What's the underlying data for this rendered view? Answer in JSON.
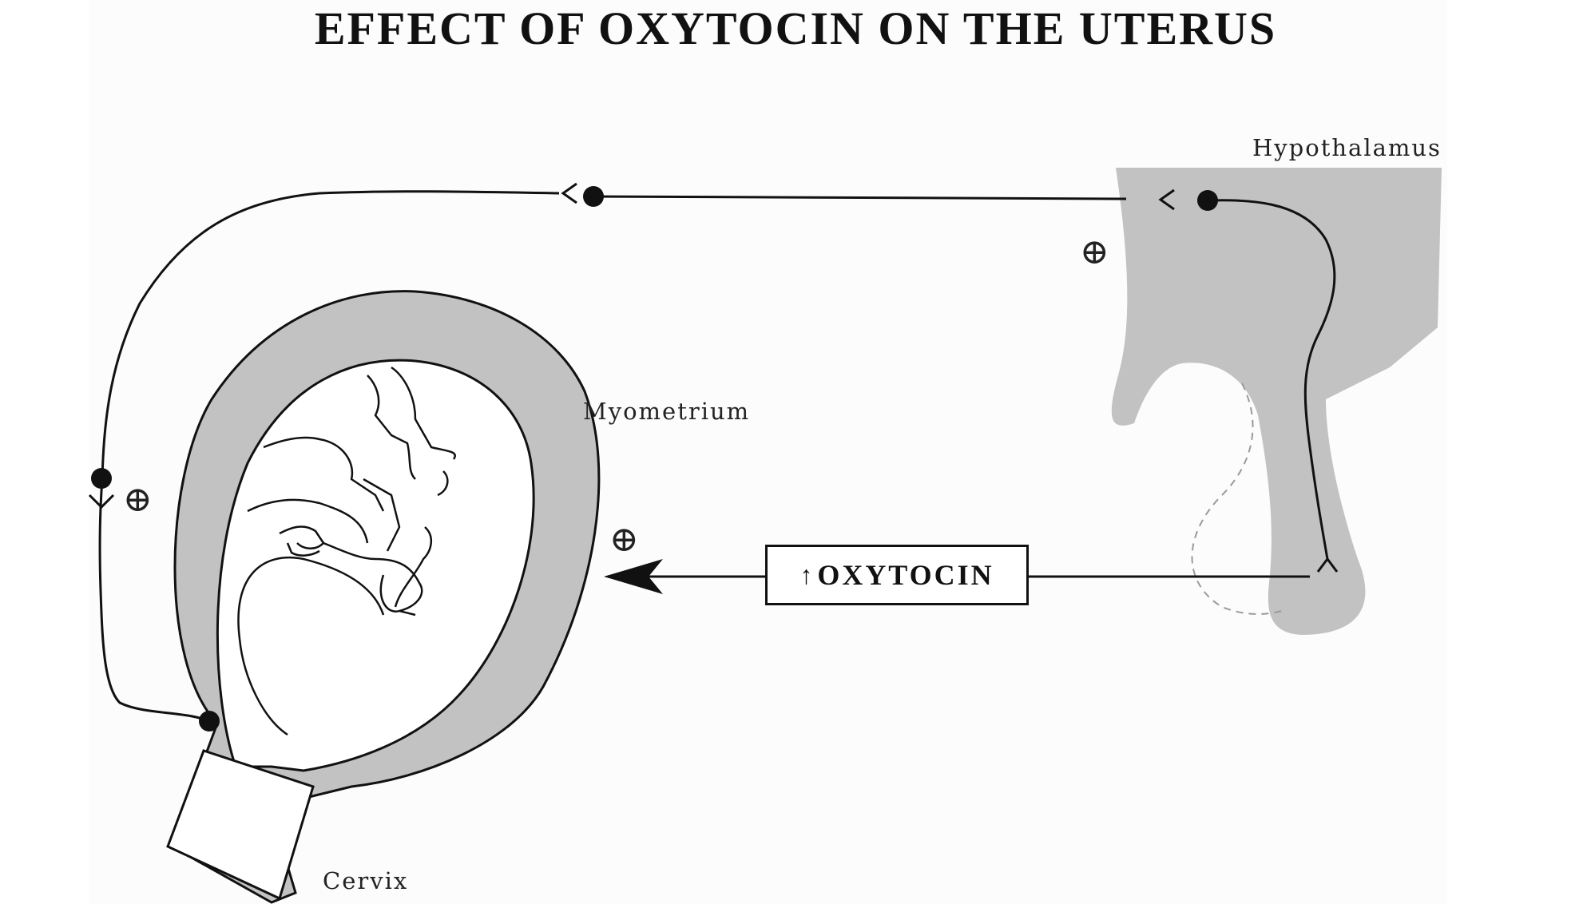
{
  "title": "EFFECT OF OXYTOCIN ON THE UTERUS",
  "labels": {
    "hypothalamus": "Hypothalamus",
    "myometrium": "Myometrium",
    "cervix": "Cervix"
  },
  "hormone_box": {
    "symbol": "↑",
    "text": "OXYTOCIN"
  },
  "stimulation_symbol": "⊕",
  "colors": {
    "tissue_gray": "#c2c2c2",
    "line": "#111111"
  }
}
